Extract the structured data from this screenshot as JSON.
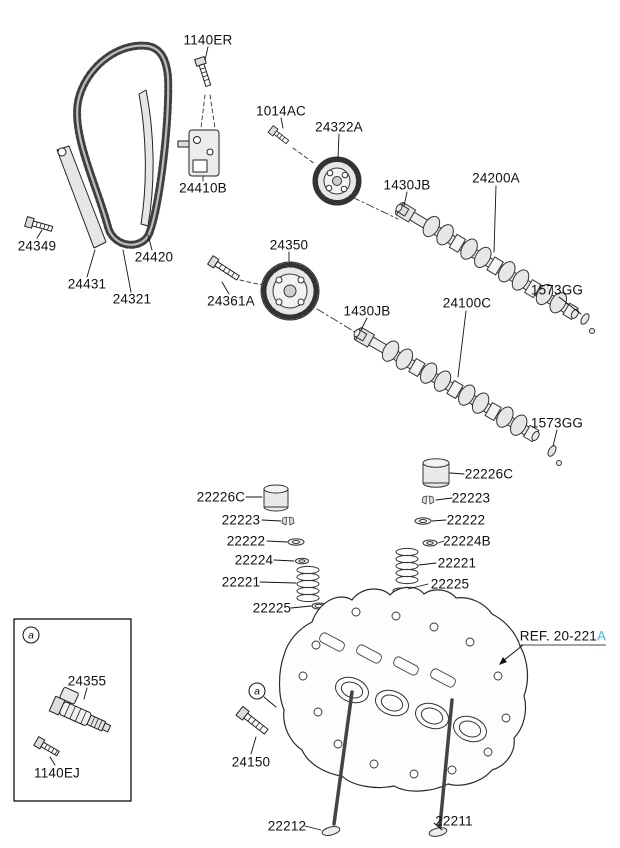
{
  "page": {
    "background": "#ffffff"
  },
  "colors": {
    "diagram_line": "#222222",
    "ref_suffix": "#3fb6e8"
  },
  "markers": {
    "inset": "a",
    "head": "a"
  },
  "ref": {
    "text": "REF. 20-221",
    "suffix": "A"
  },
  "labels": {
    "bolt_1140ER": "1140ER",
    "bolt_1014AC": "1014AC",
    "sprocket_24322A": "24322A",
    "tensioner_24410B": "24410B",
    "plug_1430JB_upper": "1430JB",
    "camshaft_24200A": "24200A",
    "bolt_24349": "24349",
    "guide_24420": "24420",
    "arm_24431": "24431",
    "chain_24321": "24321",
    "cvvt_24350": "24350",
    "bolt_24361A": "24361A",
    "cap_1573GG_upper": "1573GG",
    "plug_1430JB_lower": "1430JB",
    "camshaft_24100C": "24100C",
    "cap_1573GG_lower": "1573GG",
    "tappet_22226C_right": "22226C",
    "lock_22223_right": "22223",
    "retainer_22222_right": "22222",
    "seat_22224B_right": "22224B",
    "spring_22221_right": "22221",
    "seal_22225_right": "22225",
    "tappet_22226C_left": "22226C",
    "lock_22223_left": "22223",
    "retainer_22222_left": "22222",
    "seat_22224_left": "22224",
    "spring_22221_left": "22221",
    "seal_22225_left": "22225",
    "ocv_24355": "24355",
    "bolt_24150": "24150",
    "bolt_1140EJ": "1140EJ",
    "valve_22212": "22212",
    "valve_22211": "22211"
  }
}
